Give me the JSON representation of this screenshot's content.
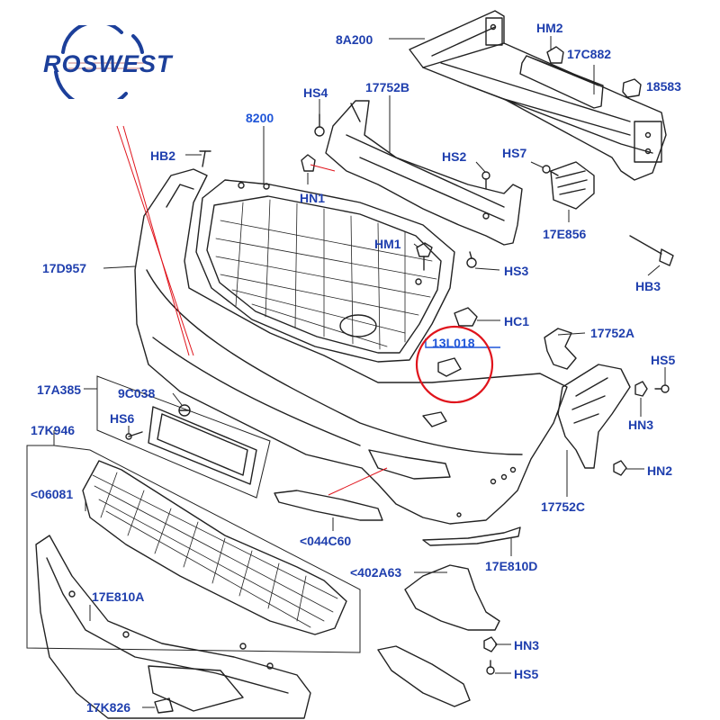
{
  "logo": {
    "text": "ROSWEST"
  },
  "labels": {
    "l_8A200": "8A200",
    "l_HM2": "HM2",
    "l_17C882": "17C882",
    "l_18583": "18583",
    "l_HS4": "HS4",
    "l_17752B": "17752B",
    "l_8200": "8200",
    "l_HS7": "HS7",
    "l_HB2": "HB2",
    "l_HS2": "HS2",
    "l_HN1": "HN1",
    "l_17E856": "17E856",
    "l_17D957": "17D957",
    "l_HM1": "HM1",
    "l_HS3": "HS3",
    "l_HB3": "HB3",
    "l_HC1": "HC1",
    "l_13L018": "13L018",
    "l_17752A": "17752A",
    "l_HS5a": "HS5",
    "l_17A385": "17A385",
    "l_9C038": "9C038",
    "l_HN3a": "HN3",
    "l_HS6": "HS6",
    "l_17K946": "17K946",
    "l_HN2": "HN2",
    "l_06081": "<06081",
    "l_17752C": "17752C",
    "l_044C60": "<044C60",
    "l_17E810D": "17E810D",
    "l_402A63": "<402A63",
    "l_17E810A": "17E810A",
    "l_HN3b": "HN3",
    "l_HS5b": "HS5",
    "l_17K826": "17K826"
  },
  "colors": {
    "label": "#1f3fae",
    "highlight_circle": "#e0141c",
    "line": "#222222",
    "logo": "#1c3f9a"
  }
}
